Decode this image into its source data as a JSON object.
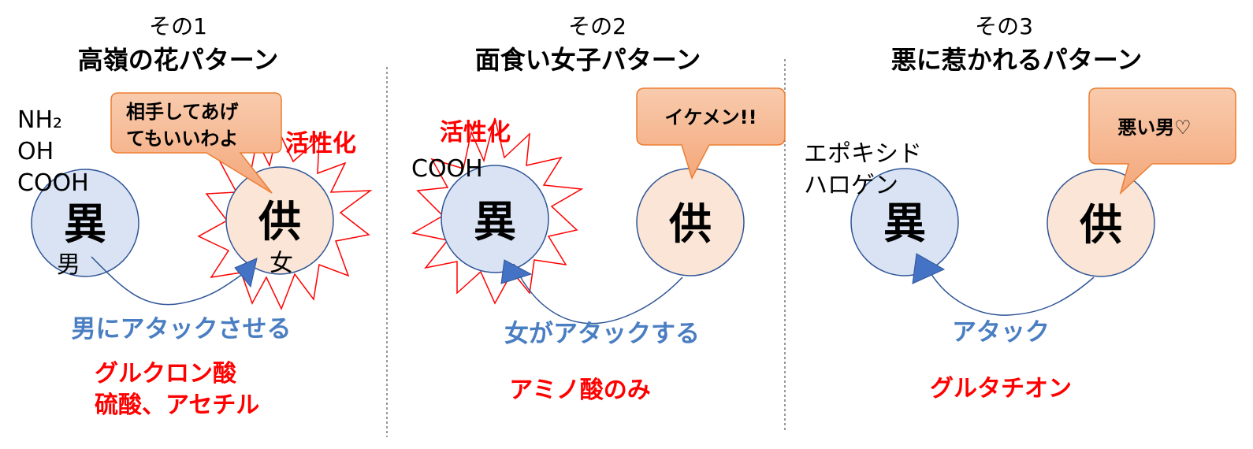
{
  "panels": [
    {
      "subtitle": "その1",
      "title": "高嶺の花パターン",
      "groups": "NH₂\nOH\nCOOH",
      "left_circle": "異",
      "right_circle": "供",
      "left_tag": "男",
      "right_tag": "女",
      "bubble": "相手してあげ\nてもいいわよ",
      "activation": "活性化",
      "attack": "男にアタックさせる",
      "conjugates": "グルクロン酸\n硫酸、アセチル"
    },
    {
      "subtitle": "その2",
      "title": "面食い女子パターン",
      "groups": "COOH",
      "left_circle": "異",
      "right_circle": "供",
      "bubble": "イケメン!!",
      "activation": "活性化",
      "attack": "女がアタックする",
      "conjugates": "アミノ酸のみ"
    },
    {
      "subtitle": "その3",
      "title": "悪に惹かれるパターン",
      "groups": "エポキシド\nハロゲン",
      "left_circle": "異",
      "right_circle": "供",
      "bubble": "悪い男♡",
      "attack": "アタック",
      "conjugates": "グルタチオン"
    }
  ],
  "colors": {
    "left_fill": "#dae3f3",
    "right_fill": "#fbe5d6",
    "stroke": "#2f5597",
    "bubble_fill": "#f4b183",
    "bubble_stroke": "#ed7d31",
    "red": "#ff0000",
    "blue": "#4a7ec2"
  }
}
